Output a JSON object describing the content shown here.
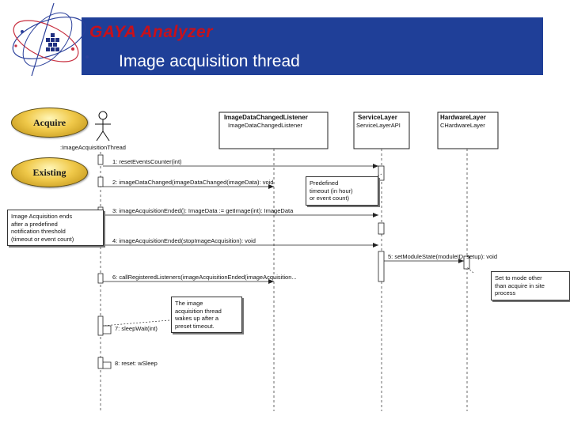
{
  "header": {
    "app_title": "GAYA Analyzer",
    "slide_title": "Image acquisition thread",
    "colors": {
      "bar": "#1f3f98",
      "app_title": "#c8101a",
      "slide_title": "#ffffff"
    }
  },
  "buttons": {
    "acquire": "Acquire",
    "existing": "Existing"
  },
  "diagram": {
    "actor_label": ":ImageAcquisitionThread",
    "lifelines": [
      {
        "title": "ImageDataChangedListener",
        "subtitle": "ImageDataChangedListener"
      },
      {
        "title": "ServiceLayer",
        "subtitle": "ServiceLayerAPI"
      },
      {
        "title": "HardwareLayer",
        "subtitle": "CHardwareLayer"
      }
    ],
    "messages": [
      "1: resetEventsCounter(int)",
      "2: imageDataChanged(imageDataChanged(imageData): void",
      "3: imageAcquisitionEnded(): ImageData := getImage(int): ImageData",
      "4: imageAcquisitionEnded(stopImageAcquisition): void",
      "5: setModuleState(moduleID, setup): void",
      "6: callRegisteredListeners(imageAcquisitionEnded(imageAcquisition...",
      "7: sleepWait(int)",
      "8: reset: wSleep"
    ],
    "notes": [
      "Predefined\ntimeout (in hour)\nor event count)",
      "Image Acquisition ends\nafter a predefined\nnotification threshold\n(timeout or event count)",
      "Set to mode other\nthan acquire in site\nprocess",
      "The image\nacquisition thread\nwakes up after a\npreset timeout."
    ]
  }
}
